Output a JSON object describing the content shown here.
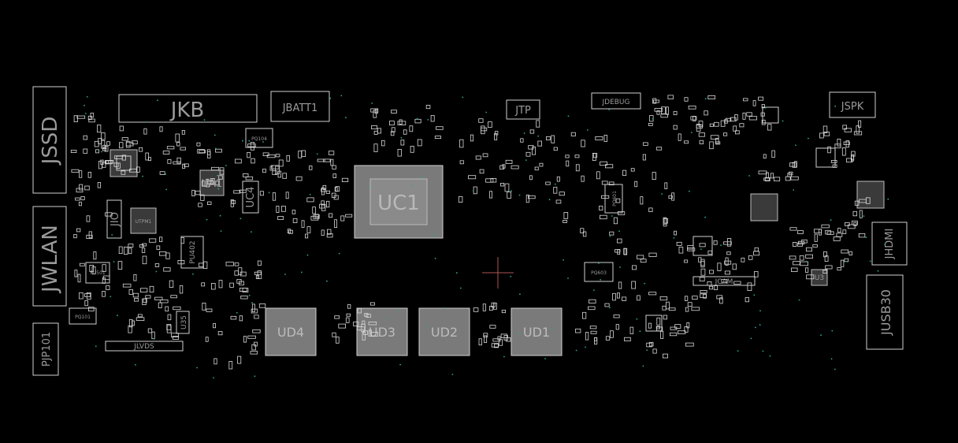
{
  "board": {
    "background": "#000000",
    "outline_color": "#d0d0d0",
    "label_color": "#9a9a9a",
    "cursor_color": "#b05555",
    "via_color": "#2aa7a0"
  },
  "labels": {
    "jssd": "JSSD",
    "jwlan": "JWLAN",
    "pjp101": "PJP101",
    "jkb": "JKB",
    "jbatt1": "JBATT1",
    "jtp": "JTP",
    "jdebug": "JDEBUG",
    "jspk": "JSPK",
    "jhdmi": "JHDMI",
    "jusb30": "JUSB30",
    "uc1": "UC1",
    "ud1": "UD1",
    "ud2": "UD2",
    "ud3": "UD3",
    "ud4": "UD4",
    "ua1": "UA1",
    "uc4": "UC4",
    "jio": "JIO",
    "pu402": "PU402",
    "u35": "U35",
    "jlvds": "JLVDS",
    "jcam": "JCAM",
    "pq104": "PQ104",
    "pq601": "PQ601",
    "pq603": "PQ603",
    "pu501": "PU501",
    "pq101": "PQ101",
    "utpm1": "UTPM1",
    "u3": "U3"
  }
}
